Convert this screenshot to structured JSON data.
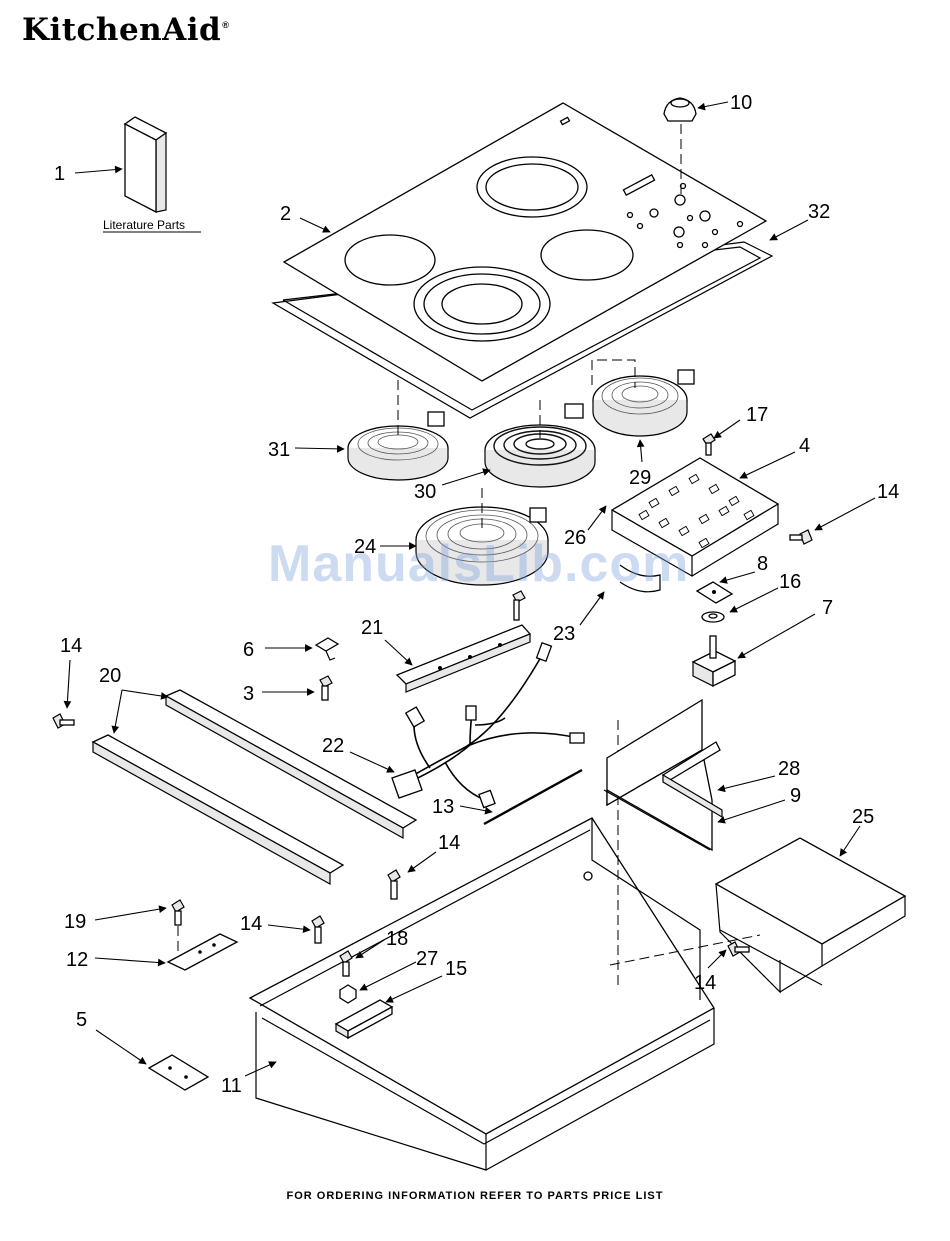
{
  "brand": {
    "name": "KitchenAid",
    "trademark": "®"
  },
  "watermark": "ManualsLib.com",
  "footer": "FOR ORDERING INFORMATION REFER TO PARTS PRICE LIST",
  "literature_label": "Literature Parts",
  "callouts": [
    {
      "id": "c1",
      "label": "1"
    },
    {
      "id": "c2",
      "label": "2"
    },
    {
      "id": "c3",
      "label": "3"
    },
    {
      "id": "c4",
      "label": "4"
    },
    {
      "id": "c5",
      "label": "5"
    },
    {
      "id": "c6",
      "label": "6"
    },
    {
      "id": "c7",
      "label": "7"
    },
    {
      "id": "c8",
      "label": "8"
    },
    {
      "id": "c9",
      "label": "9"
    },
    {
      "id": "c10",
      "label": "10"
    },
    {
      "id": "c11",
      "label": "11"
    },
    {
      "id": "c12",
      "label": "12"
    },
    {
      "id": "c13",
      "label": "13"
    },
    {
      "id": "c14a",
      "label": "14"
    },
    {
      "id": "c14b",
      "label": "14"
    },
    {
      "id": "c14c",
      "label": "14"
    },
    {
      "id": "c14d",
      "label": "14"
    },
    {
      "id": "c14e",
      "label": "14"
    },
    {
      "id": "c15",
      "label": "15"
    },
    {
      "id": "c16",
      "label": "16"
    },
    {
      "id": "c17",
      "label": "17"
    },
    {
      "id": "c18",
      "label": "18"
    },
    {
      "id": "c19",
      "label": "19"
    },
    {
      "id": "c20",
      "label": "20"
    },
    {
      "id": "c21",
      "label": "21"
    },
    {
      "id": "c22",
      "label": "22"
    },
    {
      "id": "c23",
      "label": "23"
    },
    {
      "id": "c24",
      "label": "24"
    },
    {
      "id": "c25",
      "label": "25"
    },
    {
      "id": "c26",
      "label": "26"
    },
    {
      "id": "c27",
      "label": "27"
    },
    {
      "id": "c28",
      "label": "28"
    },
    {
      "id": "c29",
      "label": "29"
    },
    {
      "id": "c30",
      "label": "30"
    },
    {
      "id": "c31",
      "label": "31"
    },
    {
      "id": "c32",
      "label": "32"
    }
  ]
}
